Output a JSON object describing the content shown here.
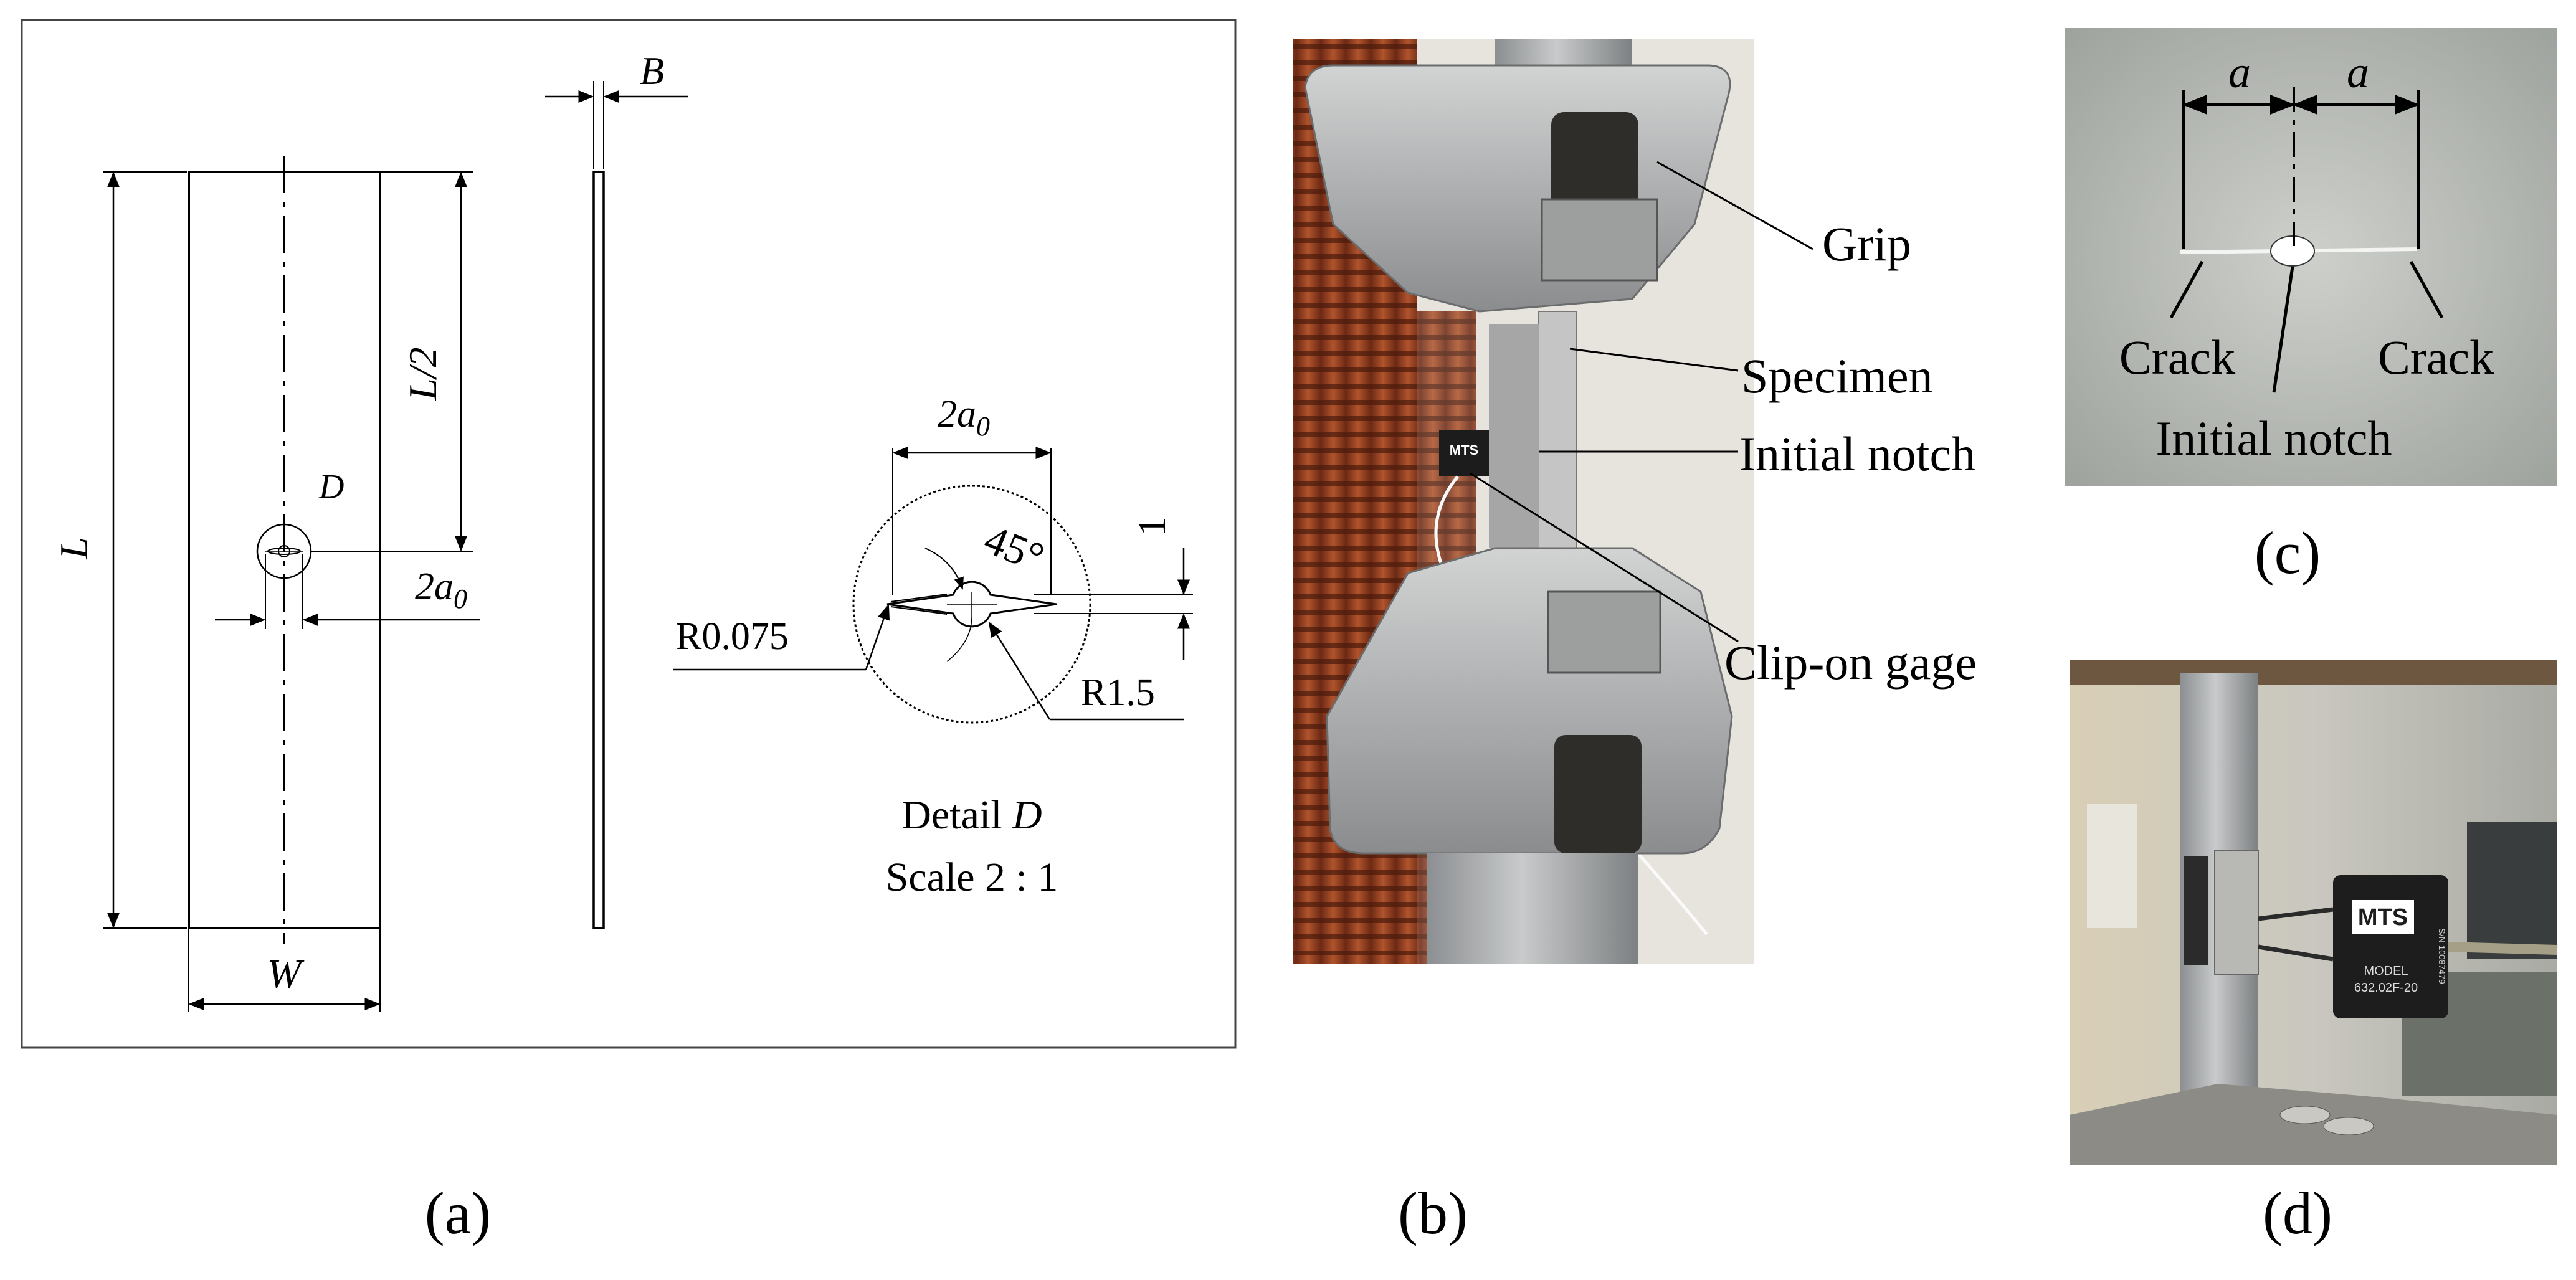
{
  "panel_a": {
    "label": "(a)",
    "dim_B": "B",
    "dim_L": "L",
    "dim_L_half": "L/2",
    "dim_W": "W",
    "dim_D": "D",
    "dim_2a0": "2a",
    "dim_2a0_sub": "0",
    "detail": {
      "dim_2a0": "2a",
      "dim_2a0_sub": "0",
      "angle": "45°",
      "dim_1": "1",
      "r_notch": "R0.075",
      "r_hole": "R1.5",
      "title": "Detail D",
      "title_prefix": "Detail ",
      "title_italic": "D",
      "scale": "Scale 2 : 1"
    }
  },
  "panel_b": {
    "label": "(b)",
    "callouts": [
      "Grip",
      "Specimen",
      "Initial notch",
      "Clip-on gage"
    ],
    "device_brand": "MTS"
  },
  "panel_c": {
    "label": "(c)",
    "dim_a_left": "a",
    "dim_a_right": "a",
    "crack_left": "Crack",
    "crack_right": "Crack",
    "initial_notch": "Initial notch"
  },
  "panel_d": {
    "label": "(d)",
    "brand": "MTS",
    "model_line1": "MODEL",
    "model_line2": "632.02F-20",
    "serial": "S/N 10087479"
  },
  "colors": {
    "line": "#000000",
    "frame": "#444444",
    "metal": "#a7a9aa",
    "shutter": "#8a3a1e",
    "photo_c_bg": "#bfc1bc"
  }
}
